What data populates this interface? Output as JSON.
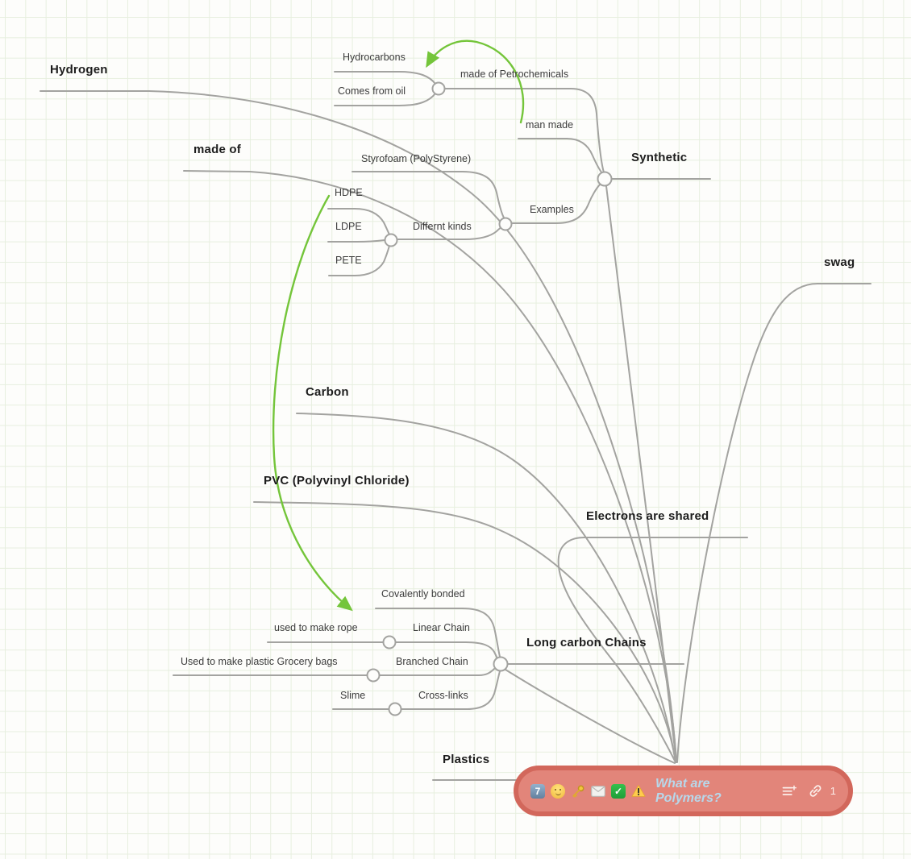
{
  "canvas": {
    "background": "#fdfdfb",
    "grid_color": "#e7efdf",
    "connector_color": "#a3a3a0",
    "link_arrow_color": "#74c53a"
  },
  "root": {
    "title": "What are Polymers?",
    "emoji_badges": [
      "keycap-7",
      "slightly-smiling-face",
      "key",
      "envelope",
      "check-mark-button",
      "warning"
    ],
    "link_count": "1",
    "fill_color": "#e2857a",
    "border_color": "#d2675b",
    "title_color": "#b7d8eb"
  },
  "nodes": {
    "hydrogen": {
      "label": "Hydrogen"
    },
    "made_of": {
      "label": "made of"
    },
    "synthetic": {
      "label": "Synthetic"
    },
    "swag": {
      "label": "swag"
    },
    "carbon": {
      "label": "Carbon"
    },
    "pvc": {
      "label": "PVC (Polyvinyl Chloride)"
    },
    "electrons": {
      "label": "Electrons are shared"
    },
    "long_chains": {
      "label": "Long carbon Chains"
    },
    "plastics": {
      "label": "Plastics"
    },
    "hydrocarbons": {
      "label": "Hydrocarbons"
    },
    "comes_from_oil": {
      "label": "Comes from oil"
    },
    "petrochemicals": {
      "label": "made of Petrochemicals"
    },
    "man_made": {
      "label": "man made"
    },
    "styrofoam": {
      "label": "Styrofoam (PolyStyrene)"
    },
    "hdpe": {
      "label": "HDPE"
    },
    "ldpe": {
      "label": "LDPE"
    },
    "pete": {
      "label": "PETE"
    },
    "differnt_kinds": {
      "label": "Differnt kinds"
    },
    "examples": {
      "label": "Examples"
    },
    "covalently": {
      "label": "Covalently bonded"
    },
    "rope": {
      "label": "used to make rope"
    },
    "linear_chain": {
      "label": "Linear Chain"
    },
    "grocery": {
      "label": "Used to make plastic Grocery bags"
    },
    "branched_chain": {
      "label": "Branched Chain"
    },
    "slime": {
      "label": "Slime"
    },
    "crosslinks": {
      "label": "Cross-links"
    }
  }
}
